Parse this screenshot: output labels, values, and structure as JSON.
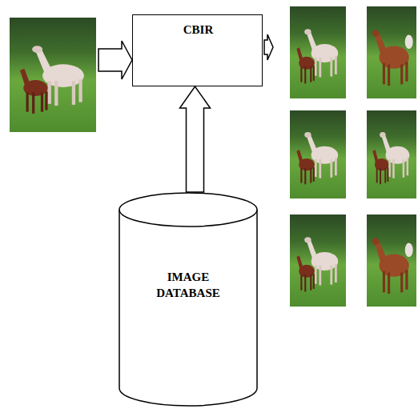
{
  "diagram": {
    "nodes": [
      {
        "text": [
          "CBIR"
        ]
      },
      {
        "text": [
          "IMAGE DATABASE"
        ]
      }
    ],
    "edges": [
      {
        "from": 1,
        "to": 0,
        "arrow": "to"
      }
    ]
  }
}
